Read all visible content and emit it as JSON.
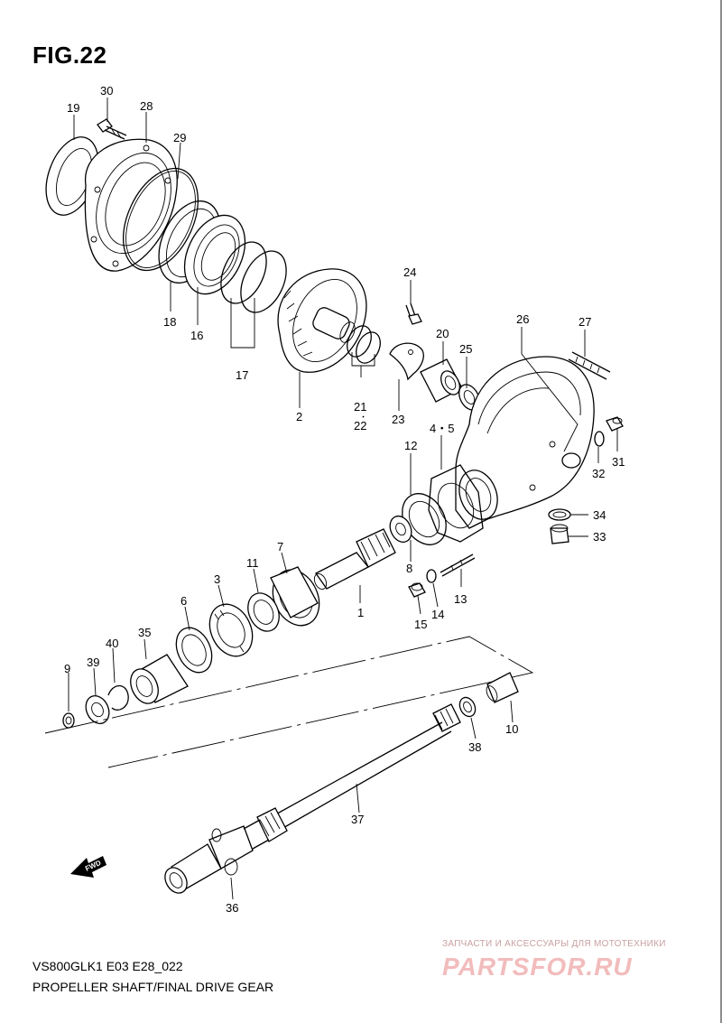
{
  "figure": {
    "title": "FIG.22",
    "model_code": "VS800GLK1 E03 E28_022",
    "caption": "PROPELLER SHAFT/FINAL DRIVE GEAR",
    "fwd_label": "FWD"
  },
  "part_labels": {
    "p1": "1",
    "p2": "2",
    "p3": "3",
    "p45": "4・5",
    "p6": "6",
    "p7": "7",
    "p8": "8",
    "p9": "9",
    "p10": "10",
    "p11": "11",
    "p12": "12",
    "p13": "13",
    "p14": "14",
    "p15": "15",
    "p16": "16",
    "p17": "17",
    "p18": "18",
    "p19": "19",
    "p20": "20",
    "p2122a": "21",
    "p2122b": "22",
    "p23": "23",
    "p24": "24",
    "p25": "25",
    "p26": "26",
    "p27": "27",
    "p28": "28",
    "p29": "29",
    "p30": "30",
    "p31": "31",
    "p32": "32",
    "p33": "33",
    "p34": "34",
    "p35": "35",
    "p36": "36",
    "p37": "37",
    "p38": "38",
    "p39": "39",
    "p40": "40"
  },
  "watermark": {
    "tagline": "ЗАПЧАСТИ И АКСЕССУАРЫ ДЛЯ МОТОТЕХНИКИ",
    "logo": "PARTSFOR.RU"
  }
}
